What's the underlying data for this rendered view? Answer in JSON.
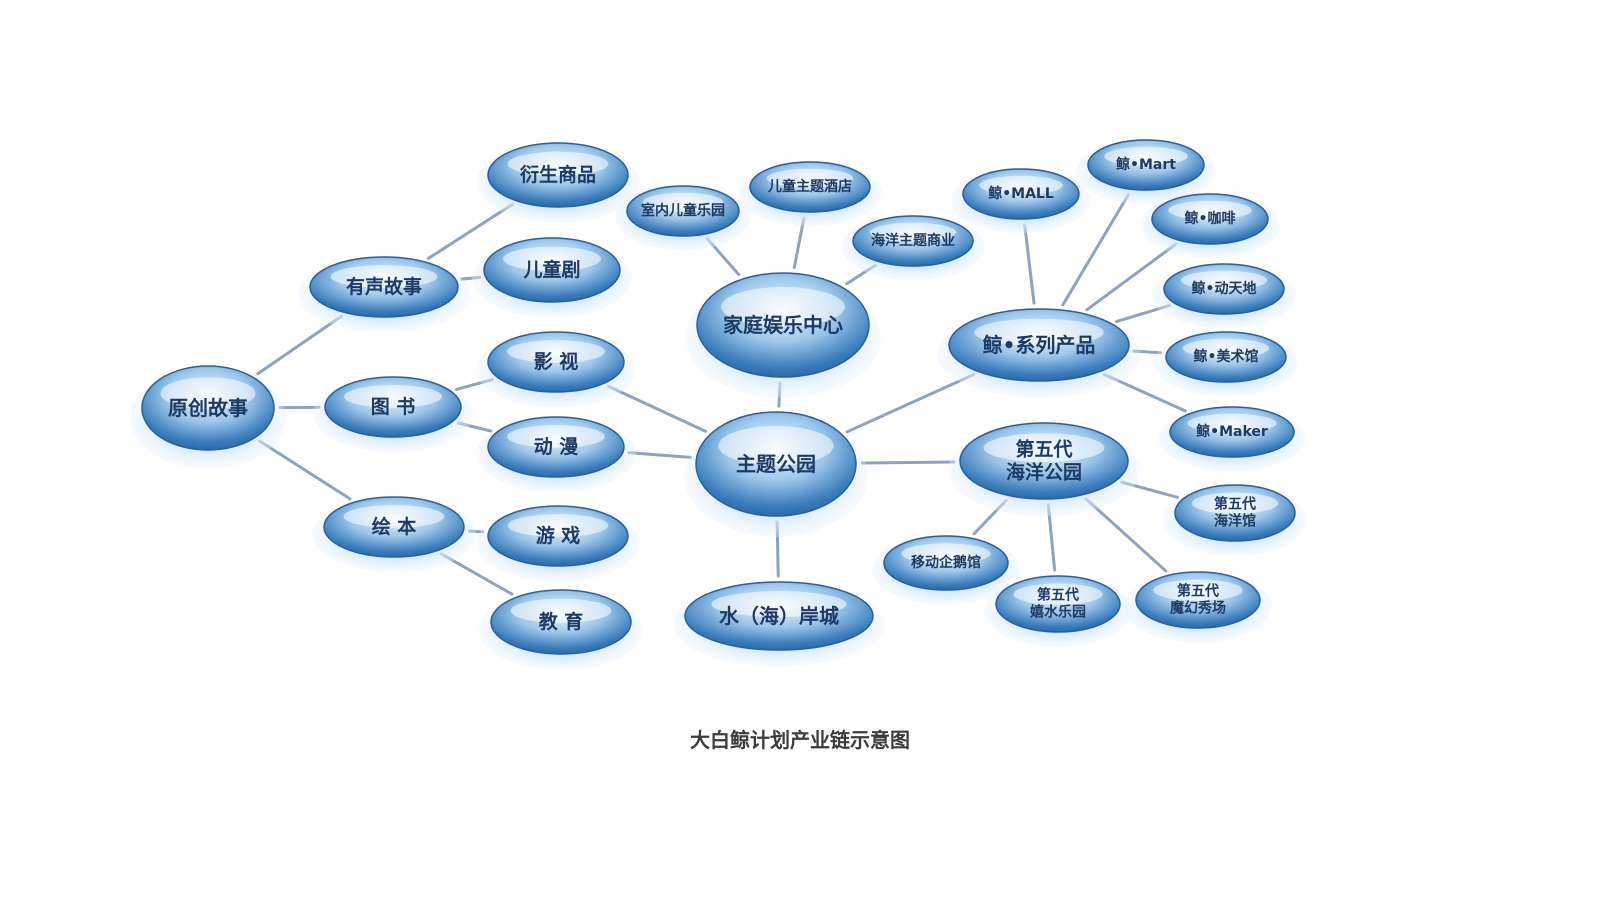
{
  "title": "大白鲸计划产业链示意图",
  "colors": {
    "bubble_light": "#eef6fd",
    "bubble_mid": "#7fb4e2",
    "bubble_dark": "#2f6fae",
    "halo": "#cfe4f6",
    "line": "#8da3bf",
    "text": "#1c3a66"
  },
  "nodes": [
    {
      "id": "yuanchuang",
      "lines": [
        "原创故事"
      ]
    },
    {
      "id": "yousheng",
      "lines": [
        "有声故事"
      ]
    },
    {
      "id": "yansheng",
      "lines": [
        "衍生商品"
      ]
    },
    {
      "id": "ertongju",
      "lines": [
        "儿童剧"
      ]
    },
    {
      "id": "tushu",
      "lines": [
        "图 书"
      ]
    },
    {
      "id": "yingshi",
      "lines": [
        "影 视"
      ]
    },
    {
      "id": "dongman",
      "lines": [
        "动 漫"
      ]
    },
    {
      "id": "huiben",
      "lines": [
        "绘 本"
      ]
    },
    {
      "id": "youxi",
      "lines": [
        "游 戏"
      ]
    },
    {
      "id": "jiaoyu",
      "lines": [
        "教 育"
      ]
    },
    {
      "id": "jiating",
      "lines": [
        "家庭娱乐中心"
      ]
    },
    {
      "id": "shinei",
      "lines": [
        "室内儿童乐园"
      ]
    },
    {
      "id": "jiudian",
      "lines": [
        "儿童主题酒店"
      ]
    },
    {
      "id": "haiyangshangye",
      "lines": [
        "海洋主题商业"
      ]
    },
    {
      "id": "zhuti",
      "lines": [
        "主题公园"
      ]
    },
    {
      "id": "anCheng",
      "lines": [
        "水（海）岸城"
      ]
    },
    {
      "id": "xilie",
      "lines": [
        "鲸•系列产品"
      ]
    },
    {
      "id": "mall",
      "lines": [
        "鲸•MALL"
      ]
    },
    {
      "id": "mart",
      "lines": [
        "鲸•Mart"
      ]
    },
    {
      "id": "kafei",
      "lines": [
        "鲸•咖啡"
      ]
    },
    {
      "id": "dongtiandi",
      "lines": [
        "鲸•动天地"
      ]
    },
    {
      "id": "meishuguan",
      "lines": [
        "鲸•美术馆"
      ]
    },
    {
      "id": "maker",
      "lines": [
        "鲸•Maker"
      ]
    },
    {
      "id": "diwudai",
      "lines": [
        "第五代",
        "海洋公园"
      ]
    },
    {
      "id": "haiyangguan",
      "lines": [
        "第五代",
        "海洋馆"
      ]
    },
    {
      "id": "qie",
      "lines": [
        "移动企鹅馆"
      ]
    },
    {
      "id": "xishui",
      "lines": [
        "第五代",
        "嬉水乐园"
      ]
    },
    {
      "id": "mohuan",
      "lines": [
        "第五代",
        "魔幻秀场"
      ]
    }
  ],
  "edges": [
    [
      "yuanchuang",
      "yousheng"
    ],
    [
      "yuanchuang",
      "tushu"
    ],
    [
      "yuanchuang",
      "huiben"
    ],
    [
      "yousheng",
      "yansheng"
    ],
    [
      "yousheng",
      "ertongju"
    ],
    [
      "tushu",
      "yingshi"
    ],
    [
      "tushu",
      "dongman"
    ],
    [
      "huiben",
      "youxi"
    ],
    [
      "huiben",
      "jiaoyu"
    ],
    [
      "yingshi",
      "zhuti"
    ],
    [
      "dongman",
      "zhuti"
    ],
    [
      "zhuti",
      "jiating"
    ],
    [
      "zhuti",
      "anCheng"
    ],
    [
      "zhuti",
      "xilie"
    ],
    [
      "zhuti",
      "diwudai"
    ],
    [
      "jiating",
      "shinei"
    ],
    [
      "jiating",
      "jiudian"
    ],
    [
      "jiating",
      "haiyangshangye"
    ],
    [
      "xilie",
      "mall"
    ],
    [
      "xilie",
      "mart"
    ],
    [
      "xilie",
      "kafei"
    ],
    [
      "xilie",
      "dongtiandi"
    ],
    [
      "xilie",
      "meishuguan"
    ],
    [
      "xilie",
      "maker"
    ],
    [
      "diwudai",
      "haiyangguan"
    ],
    [
      "diwudai",
      "qie"
    ],
    [
      "diwudai",
      "xishui"
    ],
    [
      "diwudai",
      "mohuan"
    ]
  ]
}
